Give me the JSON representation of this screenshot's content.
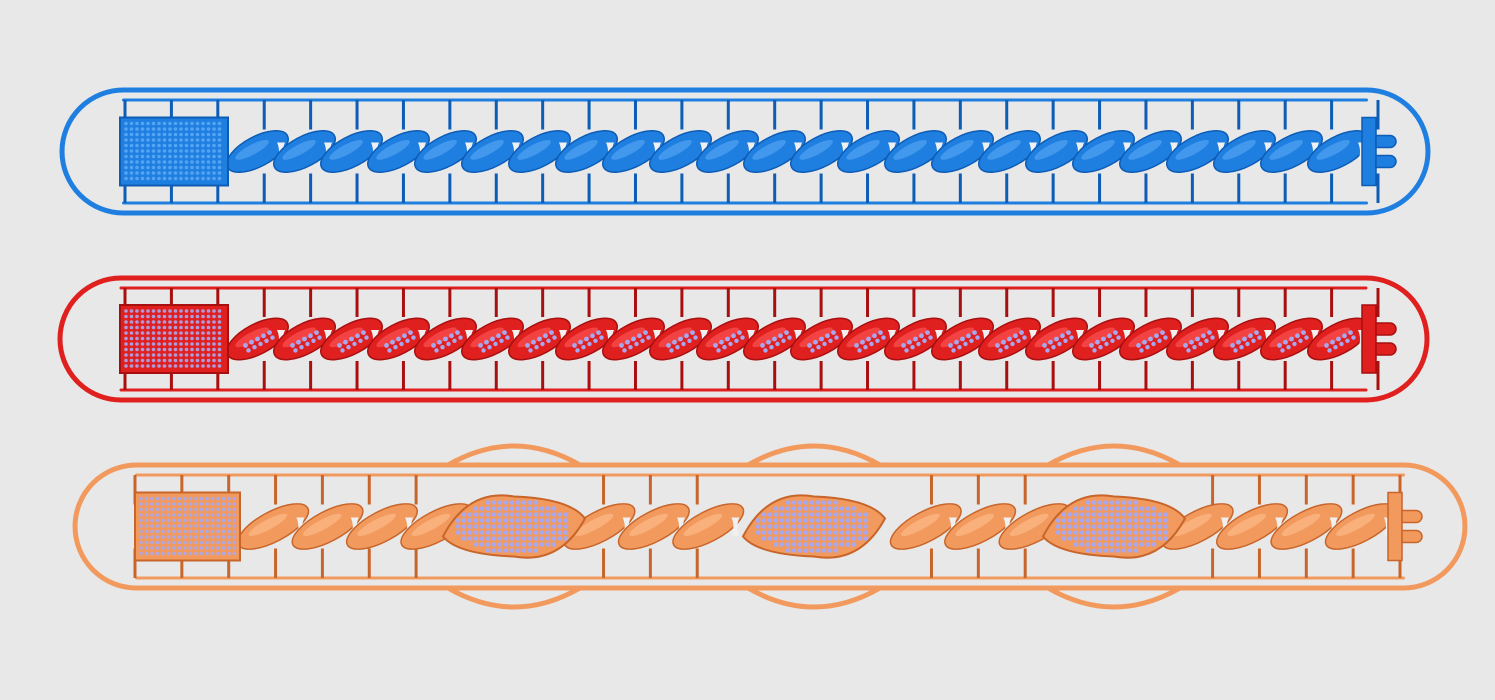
{
  "scene": {
    "background": "#e8e8e8",
    "bracelets": [
      {
        "name": "blue-cuban-bracelet",
        "color": "#1f7fe0",
        "dark": "#0d5cb5",
        "light": "#5aa8f5",
        "stones": false,
        "links": 24,
        "pave_sections": 0
      },
      {
        "name": "red-iced-cuban-bracelet",
        "color": "#e01f1f",
        "dark": "#a80f0f",
        "light": "#ff5a5a",
        "stones": true,
        "stone_color": "#a7a8f0",
        "links": 24,
        "pave_sections": 0
      },
      {
        "name": "orange-cuban-bracelet-with-pave-links",
        "color": "#f29a5e",
        "dark": "#c8652a",
        "light": "#ffc08e",
        "stones": false,
        "stone_color": "#a7a8f0",
        "links": 21,
        "pave_sections": 3
      }
    ]
  }
}
